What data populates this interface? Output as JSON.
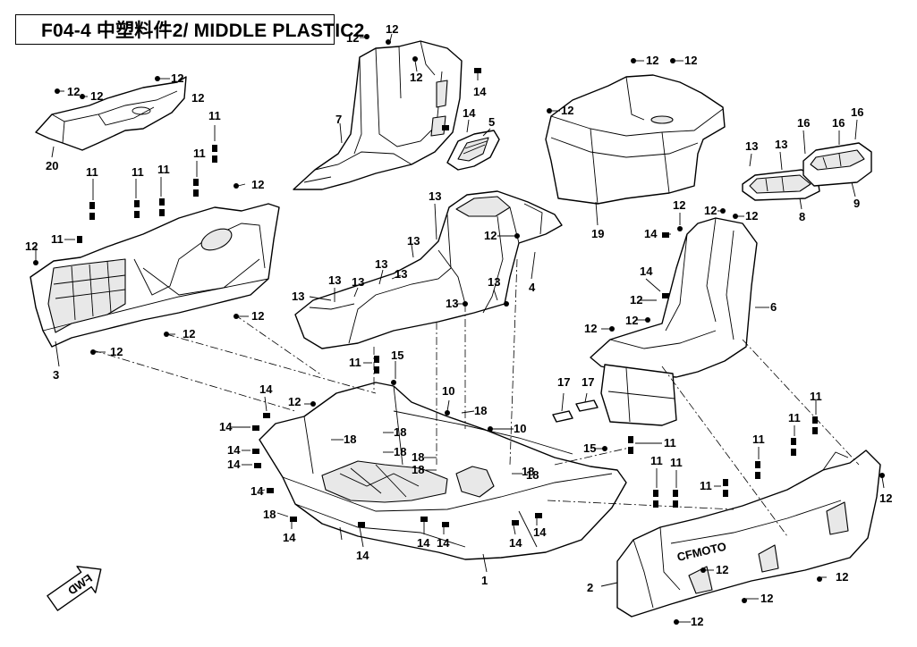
{
  "title": "F04-4  中塑料件2/ MIDDLE PLASTIC2",
  "fwd_label": "FWD",
  "brand_text": "CFMOTO",
  "labels": [
    {
      "id": "t1",
      "text": "12"
    },
    {
      "id": "t2",
      "text": "12"
    },
    {
      "id": "t3",
      "text": "12"
    },
    {
      "id": "t4",
      "text": "14"
    },
    {
      "id": "t5",
      "text": "14"
    },
    {
      "id": "t6",
      "text": "5"
    },
    {
      "id": "t7",
      "text": "7"
    },
    {
      "id": "t8",
      "text": "12"
    },
    {
      "id": "t9",
      "text": "12"
    },
    {
      "id": "t10",
      "text": "12"
    },
    {
      "id": "t11",
      "text": "12"
    },
    {
      "id": "t12",
      "text": "20"
    },
    {
      "id": "t13",
      "text": "11"
    },
    {
      "id": "t14",
      "text": "11"
    },
    {
      "id": "t15",
      "text": "11"
    },
    {
      "id": "t16",
      "text": "11"
    },
    {
      "id": "t17",
      "text": "11"
    },
    {
      "id": "t18",
      "text": "12"
    },
    {
      "id": "t19",
      "text": "12"
    },
    {
      "id": "t20",
      "text": "11"
    },
    {
      "id": "t21",
      "text": "12"
    },
    {
      "id": "t22",
      "text": "12"
    },
    {
      "id": "t23",
      "text": "12"
    },
    {
      "id": "t24",
      "text": "3"
    },
    {
      "id": "t25",
      "text": "12"
    },
    {
      "id": "t26",
      "text": "12"
    },
    {
      "id": "t27",
      "text": "12"
    },
    {
      "id": "t28",
      "text": "19"
    },
    {
      "id": "t29",
      "text": "13"
    },
    {
      "id": "t30",
      "text": "13"
    },
    {
      "id": "t31",
      "text": "16"
    },
    {
      "id": "t32",
      "text": "16"
    },
    {
      "id": "t33",
      "text": "16"
    },
    {
      "id": "t34",
      "text": "8"
    },
    {
      "id": "t35",
      "text": "9"
    },
    {
      "id": "t36",
      "text": "13"
    },
    {
      "id": "t37",
      "text": "13"
    },
    {
      "id": "t38",
      "text": "12"
    },
    {
      "id": "t39",
      "text": "4"
    },
    {
      "id": "t40",
      "text": "13"
    },
    {
      "id": "t41",
      "text": "13"
    },
    {
      "id": "t42",
      "text": "13"
    },
    {
      "id": "t43",
      "text": "13"
    },
    {
      "id": "t44",
      "text": "13"
    },
    {
      "id": "t45",
      "text": "13"
    },
    {
      "id": "t46",
      "text": "13"
    },
    {
      "id": "t47",
      "text": "12"
    },
    {
      "id": "t48",
      "text": "12"
    },
    {
      "id": "t49",
      "text": "12"
    },
    {
      "id": "t50",
      "text": "14"
    },
    {
      "id": "t51",
      "text": "14"
    },
    {
      "id": "t52",
      "text": "12"
    },
    {
      "id": "t53",
      "text": "6"
    },
    {
      "id": "t54",
      "text": "12"
    },
    {
      "id": "t55",
      "text": "12"
    },
    {
      "id": "t56",
      "text": "11"
    },
    {
      "id": "t57",
      "text": "15"
    },
    {
      "id": "t58",
      "text": "14"
    },
    {
      "id": "t59",
      "text": "12"
    },
    {
      "id": "t60",
      "text": "14"
    },
    {
      "id": "t61",
      "text": "14"
    },
    {
      "id": "t62",
      "text": "14"
    },
    {
      "id": "t63",
      "text": "14"
    },
    {
      "id": "t64",
      "text": "18"
    },
    {
      "id": "t65",
      "text": "18"
    },
    {
      "id": "t66",
      "text": "18"
    },
    {
      "id": "t67",
      "text": "18"
    },
    {
      "id": "t68",
      "text": "18"
    },
    {
      "id": "t69",
      "text": "18"
    },
    {
      "id": "t70",
      "text": "10"
    },
    {
      "id": "t71",
      "text": "18"
    },
    {
      "id": "t72",
      "text": "10"
    },
    {
      "id": "t73",
      "text": "18"
    },
    {
      "id": "t74",
      "text": "17"
    },
    {
      "id": "t75",
      "text": "17"
    },
    {
      "id": "t76",
      "text": "15"
    },
    {
      "id": "t77",
      "text": "11"
    },
    {
      "id": "t78",
      "text": "14"
    },
    {
      "id": "t79",
      "text": "18"
    },
    {
      "id": "t80",
      "text": "14"
    },
    {
      "id": "t81",
      "text": "14"
    },
    {
      "id": "t82",
      "text": "14"
    },
    {
      "id": "t83",
      "text": "14"
    },
    {
      "id": "t84",
      "text": "14"
    },
    {
      "id": "t85",
      "text": "1"
    },
    {
      "id": "t86",
      "text": "11"
    },
    {
      "id": "t87",
      "text": "11"
    },
    {
      "id": "t88",
      "text": "11"
    },
    {
      "id": "t89",
      "text": "11"
    },
    {
      "id": "t90",
      "text": "11"
    },
    {
      "id": "t91",
      "text": "11"
    },
    {
      "id": "t92",
      "text": "12"
    },
    {
      "id": "t93",
      "text": "12"
    },
    {
      "id": "t94",
      "text": "2"
    },
    {
      "id": "t95",
      "text": "12"
    },
    {
      "id": "t96",
      "text": "12"
    },
    {
      "id": "t97",
      "text": "12"
    }
  ]
}
